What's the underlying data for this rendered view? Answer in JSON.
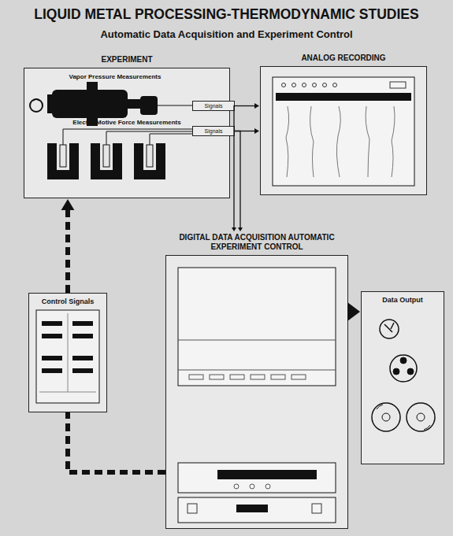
{
  "diagram": {
    "title": "LIQUID METAL PROCESSING-THERMODYNAMIC STUDIES",
    "nodes": [
      {
        "text": [
          "EXPERIMENT",
          "Vapor Pressure Measurements",
          "Electro-Motive Force Measurements"
        ]
      },
      {
        "text": [
          "Signals"
        ],
        "in": 0
      },
      {
        "text": [
          "Signals"
        ],
        "in": 0
      },
      {
        "text": [
          "ANALOG RECORDING"
        ]
      },
      {
        "text": [
          "DIGITAL DATA ACQUISITION AUTOMATIC EXPERIMENT CONTROL"
        ]
      },
      {
        "text": [
          "Control Signals"
        ]
      },
      {
        "text": [
          "Data Output"
        ]
      }
    ],
    "edges": [
      {
        "from": 1,
        "to": 3,
        "arrow": "to"
      },
      {
        "from": 2,
        "to": 3,
        "arrow": "to"
      },
      {
        "from": 1,
        "to": 4,
        "arrow": "to"
      },
      {
        "from": 2,
        "to": 4,
        "arrow": "to"
      },
      {
        "from": 4,
        "to": 6,
        "arrow": "to"
      },
      {
        "from": 4,
        "to": 5,
        "arrow": "none"
      },
      {
        "from": 5,
        "to": 0,
        "arrow": "to"
      }
    ],
    "labels": [
      "Automatic Data Acquisition and Experiment Control"
    ]
  }
}
